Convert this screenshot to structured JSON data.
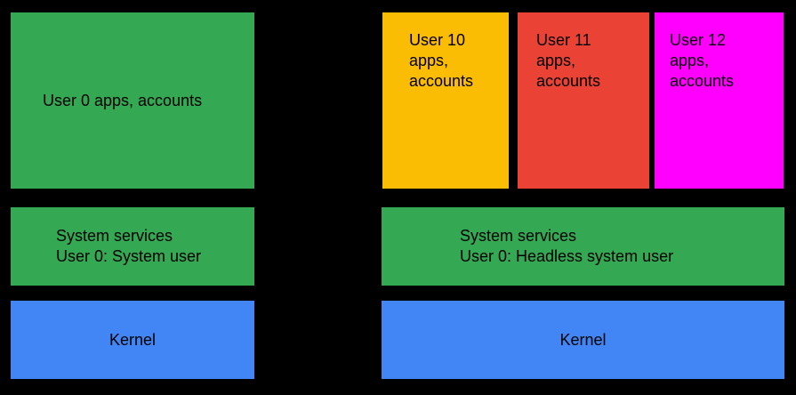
{
  "colors": {
    "background": "#000000",
    "green": "#34A853",
    "blue": "#4285F4",
    "yellow": "#FBBC04",
    "red": "#EA4335",
    "magenta": "#FF00FF",
    "text": "#000000"
  },
  "left_device": {
    "apps_label": "User 0 apps, accounts",
    "services_line1": "System services",
    "services_line2": "User 0: System user",
    "kernel_label": "Kernel"
  },
  "right_device": {
    "user_boxes": [
      {
        "color": "#FBBC04",
        "lines": [
          "User 10",
          "apps,",
          "accounts"
        ]
      },
      {
        "color": "#EA4335",
        "lines": [
          "User 11",
          "apps,",
          "accounts"
        ]
      },
      {
        "color": "#FF00FF",
        "lines": [
          "User 12",
          "apps,",
          "accounts"
        ]
      }
    ],
    "services_line1": "System services",
    "services_line2": "User 0: Headless system user",
    "kernel_label": "Kernel"
  }
}
